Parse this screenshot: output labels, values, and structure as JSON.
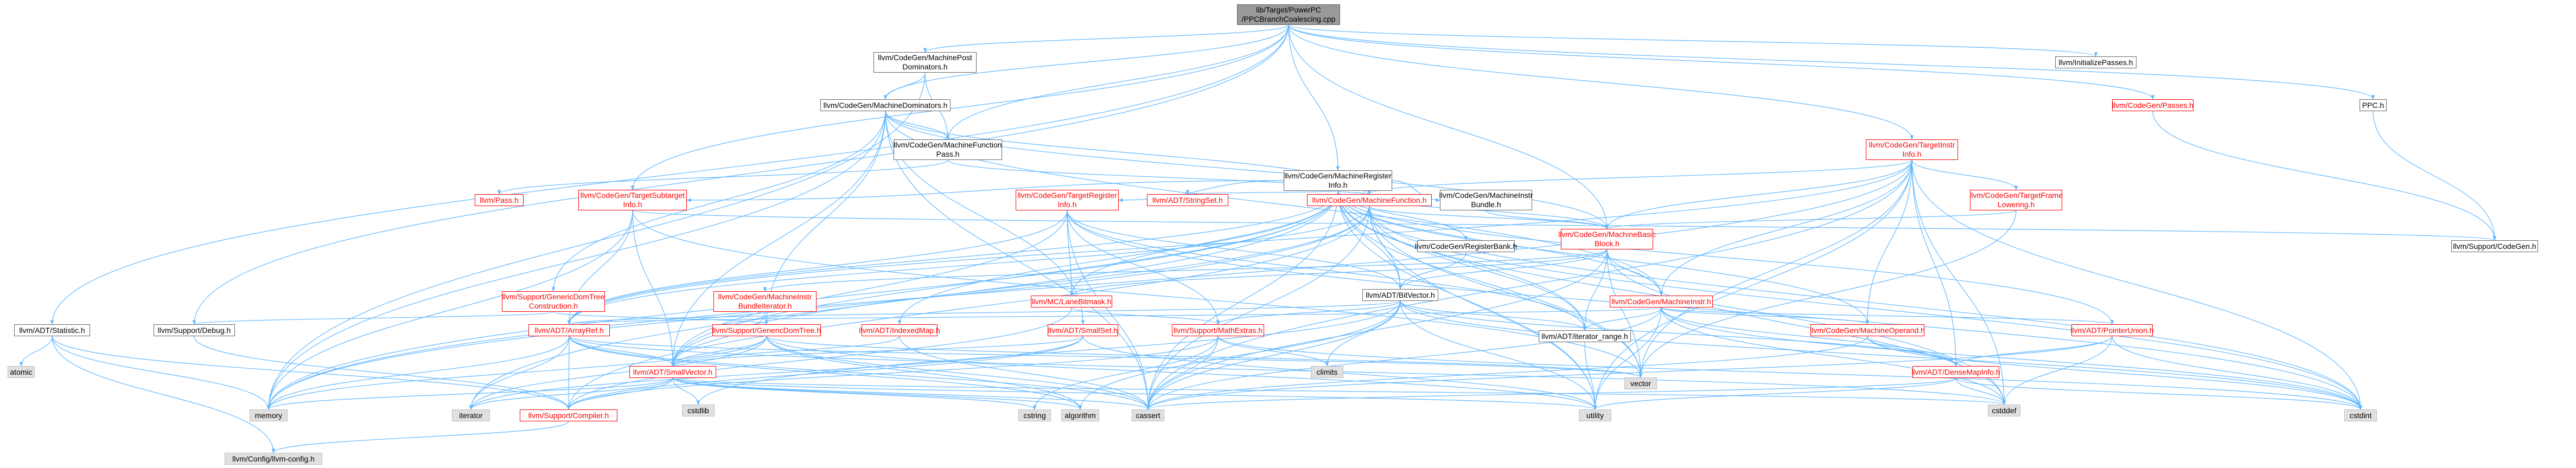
{
  "graph": {
    "colors": {
      "edge": "#63b8ff",
      "node_border": "#666666",
      "missing_header": "#ff0000",
      "system_header_fill": "#e0e0e0",
      "root_fill": "#999999"
    },
    "nodes": [
      {
        "id": "root",
        "label": "lib/Target/PowerPC\n/PPCBranchCoalescing.cpp",
        "kind": "root"
      },
      {
        "id": "postdom",
        "label": "llvm/CodeGen/MachinePost\nDominators.h",
        "kind": "normal"
      },
      {
        "id": "initpasses",
        "label": "llvm/InitializePasses.h",
        "kind": "normal"
      },
      {
        "id": "cgpasses",
        "label": "llvm/CodeGen/Passes.h",
        "kind": "missing"
      },
      {
        "id": "ppch",
        "label": "PPC.h",
        "kind": "normal"
      },
      {
        "id": "mdom",
        "label": "llvm/CodeGen/MachineDominators.h",
        "kind": "normal"
      },
      {
        "id": "tii",
        "label": "llvm/CodeGen/TargetInstr\nInfo.h",
        "kind": "missing"
      },
      {
        "id": "mri",
        "label": "llvm/CodeGen/MachineRegister\nInfo.h",
        "kind": "normal"
      },
      {
        "id": "mfpass",
        "label": "llvm/CodeGen/MachineFunction\nPass.h",
        "kind": "normal"
      },
      {
        "id": "pass",
        "label": "llvm/Pass.h",
        "kind": "missing"
      },
      {
        "id": "tsi",
        "label": "llvm/CodeGen/TargetSubtarget\nInfo.h",
        "kind": "missing"
      },
      {
        "id": "tri",
        "label": "llvm/CodeGen/TargetRegister\nInfo.h",
        "kind": "missing"
      },
      {
        "id": "stringset",
        "label": "llvm/ADT/StringSet.h",
        "kind": "missing"
      },
      {
        "id": "mf",
        "label": "llvm/CodeGen/MachineFunction.h",
        "kind": "missing"
      },
      {
        "id": "mib",
        "label": "llvm/CodeGen/MachineInstr\nBundle.h",
        "kind": "normal"
      },
      {
        "id": "tfl",
        "label": "llvm/CodeGen/TargetFrame\nLowering.h",
        "kind": "missing"
      },
      {
        "id": "mbb",
        "label": "llvm/CodeGen/MachineBasic\nBlock.h",
        "kind": "missing"
      },
      {
        "id": "codegenh",
        "label": "llvm/Support/CodeGen.h",
        "kind": "normal"
      },
      {
        "id": "regbank",
        "label": "llvm/CodeGen/RegisterBank.h",
        "kind": "normal"
      },
      {
        "id": "gdtc",
        "label": "llvm/Support/GenericDomTree\nConstruction.h",
        "kind": "missing"
      },
      {
        "id": "mibi",
        "label": "llvm/CodeGen/MachineInstr\nBundleIterator.h",
        "kind": "missing"
      },
      {
        "id": "lanebit",
        "label": "llvm/MC/LaneBitmask.h",
        "kind": "missing"
      },
      {
        "id": "bitvector",
        "label": "llvm/ADT/BitVector.h",
        "kind": "normal"
      },
      {
        "id": "mi",
        "label": "llvm/CodeGen/MachineInstr.h",
        "kind": "missing"
      },
      {
        "id": "statistic",
        "label": "llvm/ADT/Statistic.h",
        "kind": "normal"
      },
      {
        "id": "debug",
        "label": "llvm/Support/Debug.h",
        "kind": "normal"
      },
      {
        "id": "arrayref",
        "label": "llvm/ADT/ArrayRef.h",
        "kind": "missing"
      },
      {
        "id": "gdt",
        "label": "llvm/Support/GenericDomTree.h",
        "kind": "missing"
      },
      {
        "id": "indexedmap",
        "label": "llvm/ADT/IndexedMap.h",
        "kind": "missing"
      },
      {
        "id": "smallset",
        "label": "llvm/ADT/SmallSet.h",
        "kind": "missing"
      },
      {
        "id": "mathextras",
        "label": "llvm/Support/MathExtras.h",
        "kind": "missing"
      },
      {
        "id": "iterrange",
        "label": "llvm/ADT/iterator_range.h",
        "kind": "normal"
      },
      {
        "id": "mo",
        "label": "llvm/CodeGen/MachineOperand.h",
        "kind": "missing"
      },
      {
        "id": "ptrunion",
        "label": "llvm/ADT/PointerUnion.h",
        "kind": "missing"
      },
      {
        "id": "smallvector",
        "label": "llvm/ADT/SmallVector.h",
        "kind": "missing"
      },
      {
        "id": "densemapinfo",
        "label": "llvm/ADT/DenseMapInfo.h",
        "kind": "missing"
      },
      {
        "id": "atomic",
        "label": "atomic",
        "kind": "system"
      },
      {
        "id": "memory",
        "label": "memory",
        "kind": "system"
      },
      {
        "id": "iterator",
        "label": "iterator",
        "kind": "system"
      },
      {
        "id": "climits",
        "label": "climits",
        "kind": "system"
      },
      {
        "id": "vector",
        "label": "vector",
        "kind": "system"
      },
      {
        "id": "cstdlib",
        "label": "cstdlib",
        "kind": "system"
      },
      {
        "id": "cstring",
        "label": "cstring",
        "kind": "system"
      },
      {
        "id": "algorithm",
        "label": "algorithm",
        "kind": "system"
      },
      {
        "id": "cassert",
        "label": "cassert",
        "kind": "system"
      },
      {
        "id": "utility",
        "label": "utility",
        "kind": "system"
      },
      {
        "id": "cstddef",
        "label": "cstddef",
        "kind": "system"
      },
      {
        "id": "cstdint",
        "label": "cstdint",
        "kind": "system"
      },
      {
        "id": "compiler",
        "label": "llvm/Support/Compiler.h",
        "kind": "missing"
      },
      {
        "id": "config",
        "label": "llvm/Config/llvm-config.h",
        "kind": "system"
      }
    ],
    "edges": [
      [
        "root",
        "postdom"
      ],
      [
        "root",
        "initpasses"
      ],
      [
        "root",
        "cgpasses"
      ],
      [
        "root",
        "ppch"
      ],
      [
        "root",
        "mdom"
      ],
      [
        "root",
        "tii"
      ],
      [
        "root",
        "mri"
      ],
      [
        "root",
        "mfpass"
      ],
      [
        "root",
        "tsi"
      ],
      [
        "root",
        "statistic"
      ],
      [
        "root",
        "debug"
      ],
      [
        "root",
        "mbb"
      ],
      [
        "postdom",
        "mdom"
      ],
      [
        "postdom",
        "mfpass"
      ],
      [
        "postdom",
        "memory"
      ],
      [
        "cgpasses",
        "codegenh"
      ],
      [
        "ppch",
        "codegenh"
      ],
      [
        "mdom",
        "mfpass"
      ],
      [
        "mdom",
        "mbb"
      ],
      [
        "mdom",
        "mi"
      ],
      [
        "mdom",
        "gdtc"
      ],
      [
        "mdom",
        "gdt"
      ],
      [
        "mdom",
        "smallset"
      ],
      [
        "mdom",
        "smallvector"
      ],
      [
        "mdom",
        "cassert"
      ],
      [
        "mdom",
        "memory"
      ],
      [
        "mdom",
        "mf"
      ],
      [
        "mfpass",
        "pass"
      ],
      [
        "mfpass",
        "mf"
      ],
      [
        "mri",
        "arrayref"
      ],
      [
        "mri",
        "bitvector"
      ],
      [
        "mri",
        "indexedmap"
      ],
      [
        "mri",
        "stringset"
      ],
      [
        "mri",
        "smallvector"
      ],
      [
        "mri",
        "iterrange"
      ],
      [
        "mri",
        "mbb"
      ],
      [
        "mri",
        "mf"
      ],
      [
        "mri",
        "mi"
      ],
      [
        "mri",
        "mib"
      ],
      [
        "mri",
        "mo"
      ],
      [
        "mri",
        "regbank"
      ],
      [
        "mri",
        "tri"
      ],
      [
        "mri",
        "tsi"
      ],
      [
        "mri",
        "lanebit"
      ],
      [
        "mri",
        "ptrunion"
      ],
      [
        "mri",
        "cassert"
      ],
      [
        "mri",
        "cstddef"
      ],
      [
        "mri",
        "cstdint"
      ],
      [
        "mri",
        "iterator"
      ],
      [
        "mri",
        "memory"
      ],
      [
        "mri",
        "utility"
      ],
      [
        "mri",
        "vector"
      ],
      [
        "tii",
        "mbb"
      ],
      [
        "tii",
        "mi"
      ],
      [
        "tii",
        "mo"
      ],
      [
        "tii",
        "mf"
      ],
      [
        "tii",
        "tfl"
      ],
      [
        "tii",
        "densemapinfo"
      ],
      [
        "tii",
        "arrayref"
      ],
      [
        "tii",
        "cassert"
      ],
      [
        "tii",
        "cstddef"
      ],
      [
        "tii",
        "cstdint"
      ],
      [
        "tii",
        "memory"
      ],
      [
        "tii",
        "utility"
      ],
      [
        "tii",
        "vector"
      ],
      [
        "tsi",
        "arrayref"
      ],
      [
        "tsi",
        "smallvector"
      ],
      [
        "tsi",
        "codegenh"
      ],
      [
        "tsi",
        "memory"
      ],
      [
        "tsi",
        "vector"
      ],
      [
        "tri",
        "arrayref"
      ],
      [
        "tri",
        "smallvector"
      ],
      [
        "tri",
        "iterrange"
      ],
      [
        "tri",
        "lanebit"
      ],
      [
        "tri",
        "mathextras"
      ],
      [
        "tri",
        "cassert"
      ],
      [
        "tri",
        "cstdint"
      ],
      [
        "tri",
        "bitvector"
      ],
      [
        "mf",
        "arrayref"
      ],
      [
        "mf",
        "bitvector"
      ],
      [
        "mf",
        "smallvector"
      ],
      [
        "mf",
        "iterrange"
      ],
      [
        "mf",
        "mbb"
      ],
      [
        "mf",
        "compiler"
      ],
      [
        "mf",
        "cassert"
      ],
      [
        "mf",
        "cstdint"
      ],
      [
        "mf",
        "memory"
      ],
      [
        "mf",
        "utility"
      ],
      [
        "mf",
        "vector"
      ],
      [
        "mib",
        "mbb"
      ],
      [
        "tfl",
        "mbb"
      ],
      [
        "tfl",
        "vector"
      ],
      [
        "mbb",
        "mibi"
      ],
      [
        "mbb",
        "mi"
      ],
      [
        "mbb",
        "iterrange"
      ],
      [
        "mbb",
        "lanebit"
      ],
      [
        "mbb",
        "cassert"
      ],
      [
        "mbb",
        "cstddef"
      ],
      [
        "mbb",
        "vector"
      ],
      [
        "mbb",
        "bitvector"
      ],
      [
        "regbank",
        "bitvector"
      ],
      [
        "gdtc",
        "gdt"
      ],
      [
        "gdtc",
        "debug"
      ],
      [
        "mibi",
        "smallvector"
      ],
      [
        "lanebit",
        "mathextras"
      ],
      [
        "lanebit",
        "compiler"
      ],
      [
        "bitvector",
        "iterrange"
      ],
      [
        "bitvector",
        "mathextras"
      ],
      [
        "bitvector",
        "algorithm"
      ],
      [
        "bitvector",
        "cassert"
      ],
      [
        "bitvector",
        "climits"
      ],
      [
        "bitvector",
        "cstdint"
      ],
      [
        "bitvector",
        "cstdlib"
      ],
      [
        "bitvector",
        "utility"
      ],
      [
        "bitvector",
        "arrayref"
      ],
      [
        "bitvector",
        "densemapinfo"
      ],
      [
        "mi",
        "densemapinfo"
      ],
      [
        "mi",
        "mo"
      ],
      [
        "mi",
        "arrayref"
      ],
      [
        "mi",
        "iterrange"
      ],
      [
        "mi",
        "cassert"
      ],
      [
        "mi",
        "cstddef"
      ],
      [
        "mi",
        "cstdint"
      ],
      [
        "mi",
        "utility"
      ],
      [
        "mi",
        "ptrunion"
      ],
      [
        "statistic",
        "compiler"
      ],
      [
        "statistic",
        "config"
      ],
      [
        "statistic",
        "atomic"
      ],
      [
        "statistic",
        "memory"
      ],
      [
        "debug",
        "compiler"
      ],
      [
        "arrayref",
        "smallvector"
      ],
      [
        "arrayref",
        "compiler"
      ],
      [
        "arrayref",
        "algorithm"
      ],
      [
        "arrayref",
        "cassert"
      ],
      [
        "arrayref",
        "cstddef"
      ],
      [
        "arrayref",
        "iterator"
      ],
      [
        "arrayref",
        "memory"
      ],
      [
        "arrayref",
        "vector"
      ],
      [
        "gdt",
        "smallvector"
      ],
      [
        "gdt",
        "iterator"
      ],
      [
        "gdt",
        "memory"
      ],
      [
        "gdt",
        "utility"
      ],
      [
        "gdt",
        "vector"
      ],
      [
        "gdt",
        "cassert"
      ],
      [
        "gdt",
        "algorithm"
      ],
      [
        "indexedmap",
        "smallvector"
      ],
      [
        "indexedmap",
        "cassert"
      ],
      [
        "smallset",
        "smallvector"
      ],
      [
        "smallset",
        "compiler"
      ],
      [
        "smallset",
        "iterator"
      ],
      [
        "smallset",
        "utility"
      ],
      [
        "mathextras",
        "compiler"
      ],
      [
        "mathextras",
        "cassert"
      ],
      [
        "mathextras",
        "climits"
      ],
      [
        "mathextras",
        "cstdint"
      ],
      [
        "mathextras",
        "cstring"
      ],
      [
        "iterrange",
        "utility"
      ],
      [
        "mo",
        "densemapinfo"
      ],
      [
        "mo",
        "cassert"
      ],
      [
        "mo",
        "cstdint"
      ],
      [
        "ptrunion",
        "densemapinfo"
      ],
      [
        "ptrunion",
        "cassert"
      ],
      [
        "ptrunion",
        "cstddef"
      ],
      [
        "ptrunion",
        "cstdint"
      ],
      [
        "smallvector",
        "compiler"
      ],
      [
        "smallvector",
        "algorithm"
      ],
      [
        "smallvector",
        "cassert"
      ],
      [
        "smallvector",
        "cstddef"
      ],
      [
        "smallvector",
        "cstdlib"
      ],
      [
        "smallvector",
        "cstring"
      ],
      [
        "smallvector",
        "iterator"
      ],
      [
        "smallvector",
        "memory"
      ],
      [
        "smallvector",
        "utility"
      ],
      [
        "densemapinfo",
        "cassert"
      ],
      [
        "densemapinfo",
        "cstddef"
      ],
      [
        "densemapinfo",
        "cstdint"
      ],
      [
        "densemapinfo",
        "utility"
      ],
      [
        "compiler",
        "config"
      ]
    ]
  }
}
